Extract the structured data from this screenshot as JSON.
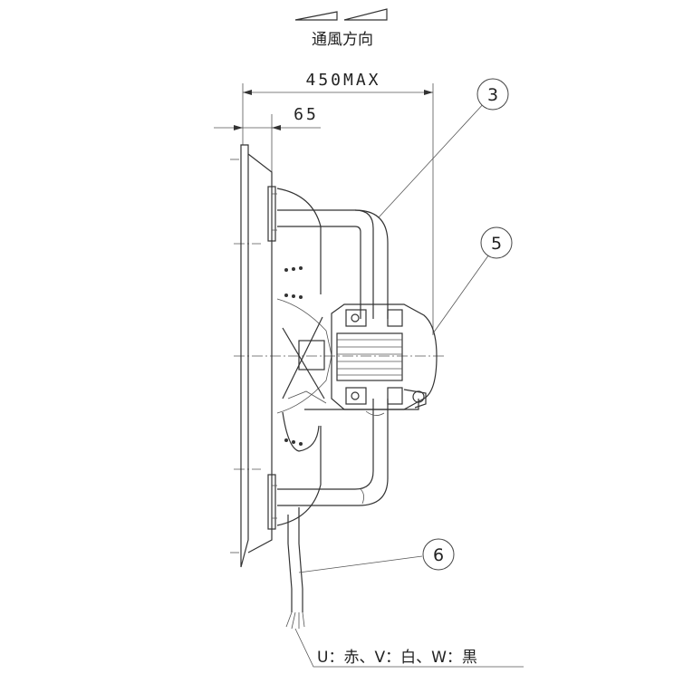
{
  "airflow": {
    "label": "通風方向"
  },
  "dimensions": {
    "overall": "450MAX",
    "offset": "65"
  },
  "balloons": [
    {
      "number": "3"
    },
    {
      "number": "5"
    },
    {
      "number": "6"
    }
  ],
  "wiring_note": "U：赤、V：白、W：黒"
}
